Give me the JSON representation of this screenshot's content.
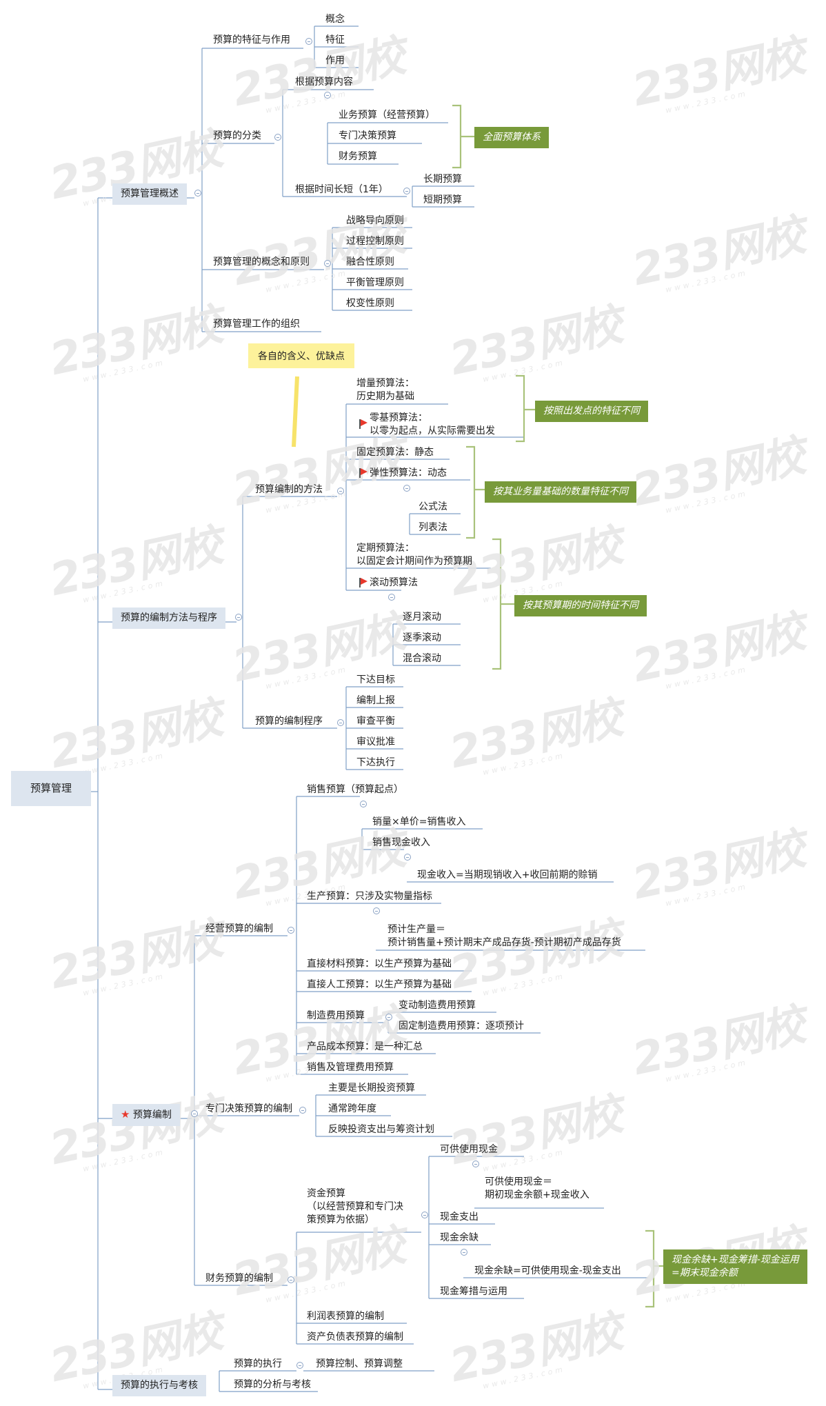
{
  "root": "预算管理",
  "overview": {
    "label": "预算管理概述",
    "features": {
      "label": "预算的特征与作用",
      "items": [
        "概念",
        "特征",
        "作用"
      ]
    },
    "classification": {
      "label": "预算的分类",
      "by_content": {
        "label": "根据预算内容",
        "items": [
          "业务预算（经营预算）",
          "专门决策预算",
          "财务预算"
        ],
        "summary": "全面预算体系"
      },
      "by_time": {
        "label": "根据时间长短（1年）",
        "items": [
          "长期预算",
          "短期预算"
        ]
      }
    },
    "principles": {
      "label": "预算管理的概念和原则",
      "items": [
        "战略导向原则",
        "过程控制原则",
        "融合性原则",
        "平衡管理原则",
        "权变性原则"
      ]
    },
    "organization": "预算管理工作的组织"
  },
  "methods": {
    "label": "预算的编制方法与程序",
    "callout": "各自的含义、优缺点",
    "methods_node": "预算编制的方法",
    "incremental": "增量预算法：\n历史期为基础",
    "zero_based": "零基预算法：\n以零为起点，从实际需要出发",
    "fixed": "固定预算法：静态",
    "flexible": "弹性预算法：动态",
    "formula": "公式法",
    "list": "列表法",
    "periodic": "定期预算法：\n以固定会计期间作为预算期",
    "rolling": "滚动预算法",
    "rolling_items": [
      "逐月滚动",
      "逐季滚动",
      "混合滚动"
    ],
    "summary_start": "按照出发点的特征不同",
    "summary_quantity": "按其业务量基础的数量特征不同",
    "summary_time": "按其预算期的时间特征不同",
    "procedure": {
      "label": "预算的编制程序",
      "items": [
        "下达目标",
        "编制上报",
        "审查平衡",
        "审议批准",
        "下达执行"
      ]
    }
  },
  "compilation": {
    "label": "预算编制",
    "operating": {
      "label": "经营预算的编制",
      "sales": "销售预算（预算起点）",
      "sales_revenue": "销量×单价=销售收入",
      "sales_cash": "销售现金收入",
      "cash_receipts": "现金收入=当期现销收入+收回前期的赊销",
      "production": "生产预算：只涉及实物量指标",
      "production_formula": "预计生产量＝\n预计销售量+预计期末产成品存货-预计期初产成品存货",
      "materials": "直接材料预算：以生产预算为基础",
      "labor": "直接人工预算：以生产预算为基础",
      "overhead": "制造费用预算",
      "variable_overhead": "变动制造费用预算",
      "fixed_overhead": "固定制造费用预算：逐项预计",
      "product_cost": "产品成本预算：是一种汇总",
      "selling_admin": "销售及管理费用预算"
    },
    "special": {
      "label": "专门决策预算的编制",
      "items": [
        "主要是长期投资预算",
        "通常跨年度",
        "反映投资支出与筹资计划"
      ]
    },
    "financial": {
      "label": "财务预算的编制",
      "cash": "资金预算\n（以经营预算和专门决\n策预算为依据）",
      "available": "可供使用现金",
      "available_formula": "可供使用现金＝\n期初现金余额+现金收入",
      "outflow": "现金支出",
      "surplus": "现金余缺",
      "surplus_formula": "现金余缺=可供使用现金-现金支出",
      "financing": "现金筹措与运用",
      "summary": "现金余缺+现金筹措-现金运用\n=期末现金余额",
      "income_statement": "利润表预算的编制",
      "balance_sheet": "资产负债表预算的编制"
    }
  },
  "execution": {
    "label": "预算的执行与考核",
    "run": "预算的执行",
    "run_detail": "预算控制、预算调整",
    "analysis": "预算的分析与考核"
  },
  "watermark": {
    "main": "233网校",
    "sub": "www.233.com"
  },
  "colors": {
    "line": "#7f9fc6",
    "brace": "#a9c27a",
    "summary_bg": "#789a3a",
    "level1_bg": "#dde5ef",
    "callout": "#fdf29b",
    "flag": "#e8382c"
  }
}
